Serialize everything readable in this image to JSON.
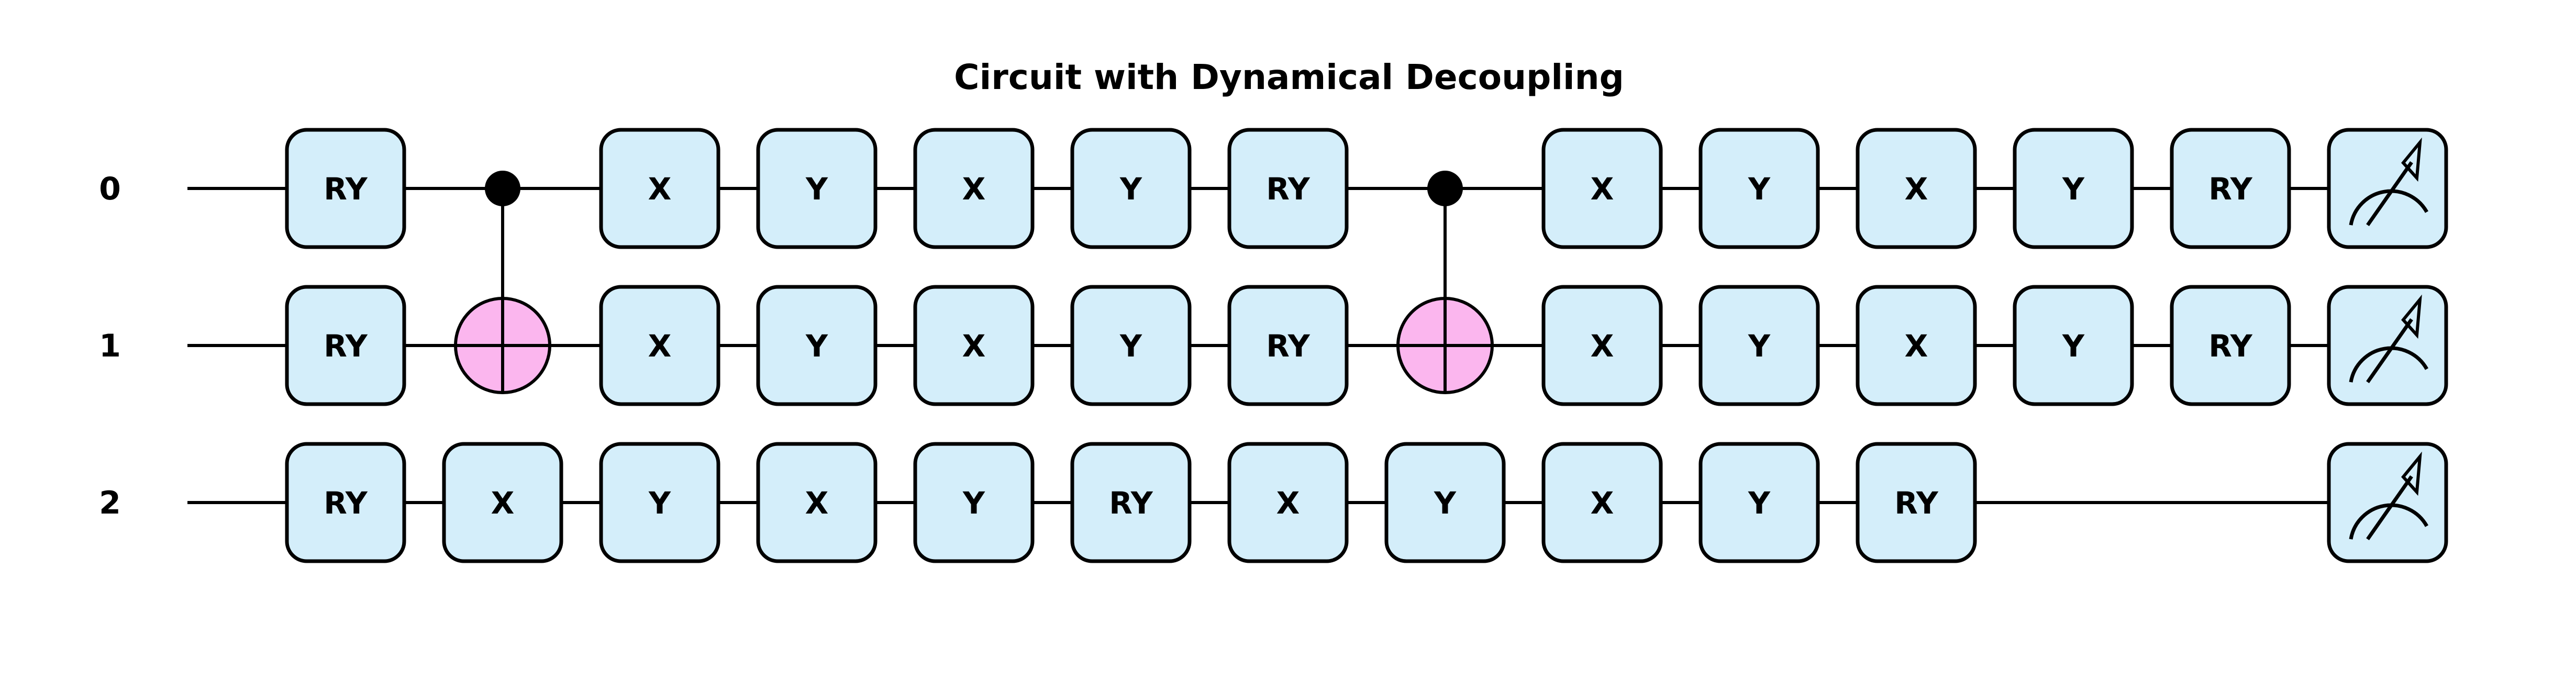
{
  "title": "Circuit with Dynamical Decoupling",
  "qubits": [
    "0",
    "1",
    "2"
  ],
  "colors": {
    "gate_fill": "#d4eefa",
    "target_fill": "#fbb6ee",
    "line": "#000000"
  },
  "columns": [
    {
      "ops": [
        {
          "qubit": 0,
          "gate": "RY"
        },
        {
          "qubit": 1,
          "gate": "RY"
        },
        {
          "qubit": 2,
          "gate": "RY"
        }
      ]
    },
    {
      "ops": [
        {
          "type": "cx",
          "control": 0,
          "target": 1
        },
        {
          "qubit": 2,
          "gate": "X"
        }
      ]
    },
    {
      "ops": [
        {
          "qubit": 0,
          "gate": "X"
        },
        {
          "qubit": 1,
          "gate": "X"
        },
        {
          "qubit": 2,
          "gate": "Y"
        }
      ]
    },
    {
      "ops": [
        {
          "qubit": 0,
          "gate": "Y"
        },
        {
          "qubit": 1,
          "gate": "Y"
        },
        {
          "qubit": 2,
          "gate": "X"
        }
      ]
    },
    {
      "ops": [
        {
          "qubit": 0,
          "gate": "X"
        },
        {
          "qubit": 1,
          "gate": "X"
        },
        {
          "qubit": 2,
          "gate": "Y"
        }
      ]
    },
    {
      "ops": [
        {
          "qubit": 0,
          "gate": "Y"
        },
        {
          "qubit": 1,
          "gate": "Y"
        },
        {
          "qubit": 2,
          "gate": "RY"
        }
      ]
    },
    {
      "ops": [
        {
          "qubit": 0,
          "gate": "RY"
        },
        {
          "qubit": 1,
          "gate": "RY"
        },
        {
          "qubit": 2,
          "gate": "X"
        }
      ]
    },
    {
      "ops": [
        {
          "type": "cx",
          "control": 0,
          "target": 1
        },
        {
          "qubit": 2,
          "gate": "Y"
        }
      ]
    },
    {
      "ops": [
        {
          "qubit": 0,
          "gate": "X"
        },
        {
          "qubit": 1,
          "gate": "X"
        },
        {
          "qubit": 2,
          "gate": "X"
        }
      ]
    },
    {
      "ops": [
        {
          "qubit": 0,
          "gate": "Y"
        },
        {
          "qubit": 1,
          "gate": "Y"
        },
        {
          "qubit": 2,
          "gate": "Y"
        }
      ]
    },
    {
      "ops": [
        {
          "qubit": 0,
          "gate": "X"
        },
        {
          "qubit": 1,
          "gate": "X"
        },
        {
          "qubit": 2,
          "gate": "RY"
        }
      ]
    },
    {
      "ops": [
        {
          "qubit": 0,
          "gate": "Y"
        },
        {
          "qubit": 1,
          "gate": "Y"
        }
      ]
    },
    {
      "ops": [
        {
          "qubit": 0,
          "gate": "RY"
        },
        {
          "qubit": 1,
          "gate": "RY"
        }
      ]
    },
    {
      "ops": [
        {
          "type": "measure",
          "qubit": 0
        },
        {
          "type": "measure",
          "qubit": 1
        },
        {
          "type": "measure",
          "qubit": 2
        }
      ]
    }
  ]
}
